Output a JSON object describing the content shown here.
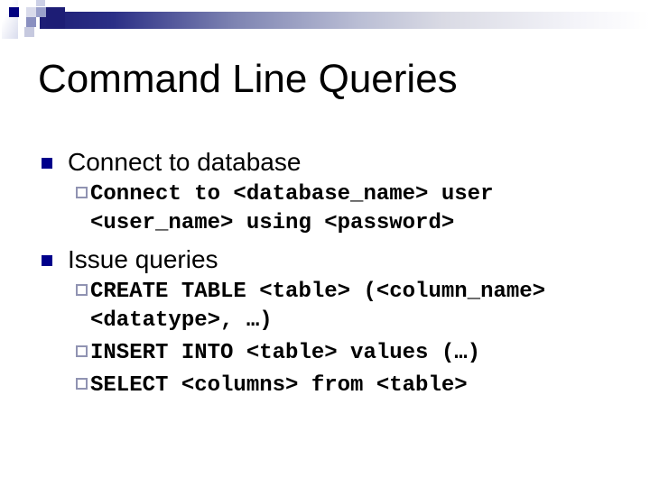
{
  "slide": {
    "title": "Command Line Queries",
    "bullets": [
      {
        "label": "Connect to database",
        "sub": [
          "Connect to <database_name> user <user_name> using <password>"
        ]
      },
      {
        "label": "Issue queries",
        "sub": [
          "CREATE TABLE <table> (<column_name> <datatype>, …)",
          "INSERT INTO <table> values (…)",
          "SELECT <columns> from <table>"
        ]
      }
    ]
  },
  "icons": {
    "level1_bullet": "filled-navy-square",
    "level2_bullet": "hollow-slate-square"
  },
  "colors": {
    "background": "#FFFFFF",
    "text": "#000000",
    "bullet_navy": "#00008B",
    "sub_bullet_border": "#9093B2",
    "header_bar_start": "#1D1D75",
    "header_bar_end": "#FFFFFF"
  }
}
